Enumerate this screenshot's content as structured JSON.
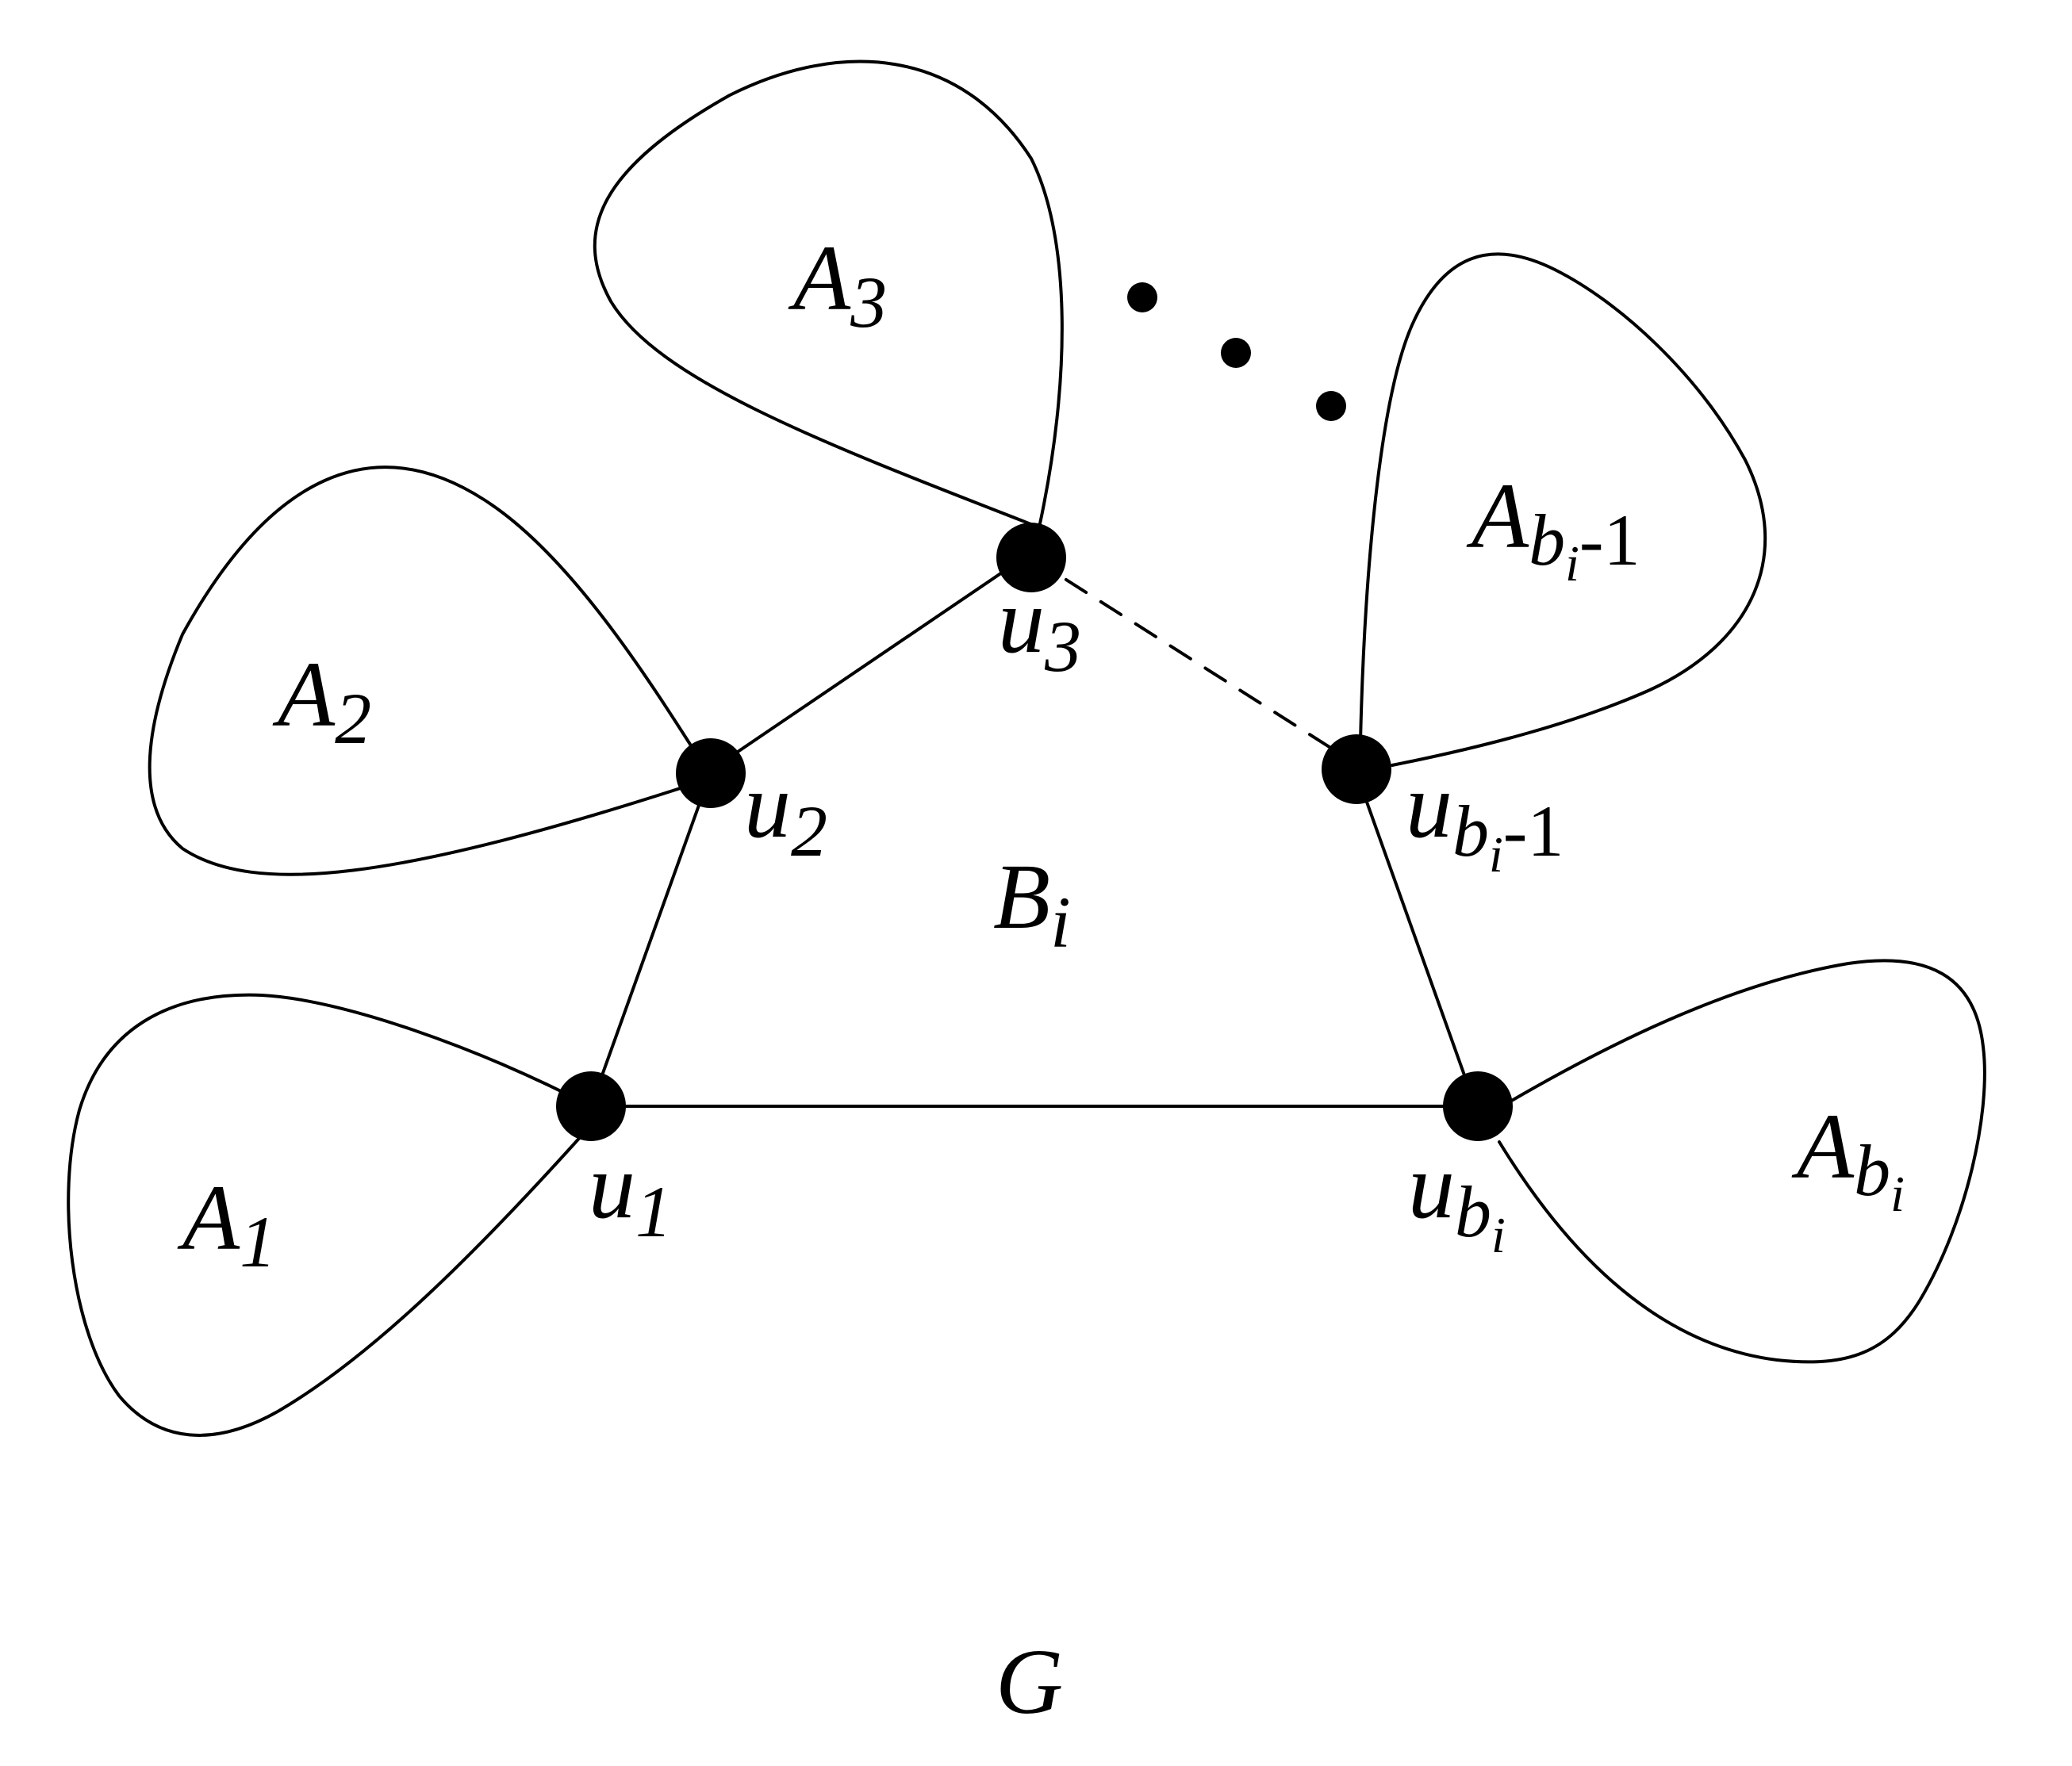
{
  "diagram": {
    "graph_label": "G",
    "block_label": {
      "base": "B",
      "sub": "i"
    },
    "vertices": [
      {
        "id": "u1",
        "base": "u",
        "sub": "1"
      },
      {
        "id": "u2",
        "base": "u",
        "sub": "2"
      },
      {
        "id": "u3",
        "base": "u",
        "sub": "3"
      },
      {
        "id": "ubi-1",
        "base": "u",
        "sub": "b",
        "subsub": "i",
        "suffix": "-1"
      },
      {
        "id": "ubi",
        "base": "u",
        "sub": "b",
        "subsub": "i"
      }
    ],
    "regions": [
      {
        "id": "A1",
        "base": "A",
        "sub": "1"
      },
      {
        "id": "A2",
        "base": "A",
        "sub": "2"
      },
      {
        "id": "A3",
        "base": "A",
        "sub": "3"
      },
      {
        "id": "Abi-1",
        "base": "A",
        "sub": "b",
        "subsub": "i",
        "suffix": "-1"
      },
      {
        "id": "Abi",
        "base": "A",
        "sub": "b",
        "subsub": "i"
      }
    ],
    "edges": [
      {
        "from": "u1",
        "to": "u2",
        "style": "solid"
      },
      {
        "from": "u2",
        "to": "u3",
        "style": "solid"
      },
      {
        "from": "u3",
        "to": "ubi-1",
        "style": "dashed"
      },
      {
        "from": "ubi-1",
        "to": "ubi",
        "style": "solid"
      },
      {
        "from": "ubi",
        "to": "u1",
        "style": "solid"
      }
    ],
    "ellipsis_dots": 3
  }
}
